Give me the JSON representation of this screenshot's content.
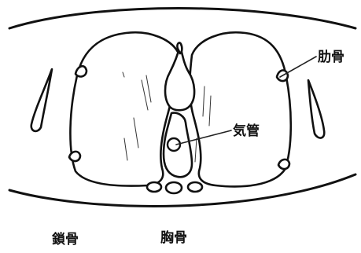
{
  "labels": {
    "rib": "肋骨",
    "trachea": "気管",
    "clavicle": "鎖骨",
    "sternum": "胸骨"
  },
  "colors": {
    "ink": "#111111",
    "paper": "#ffffff"
  }
}
